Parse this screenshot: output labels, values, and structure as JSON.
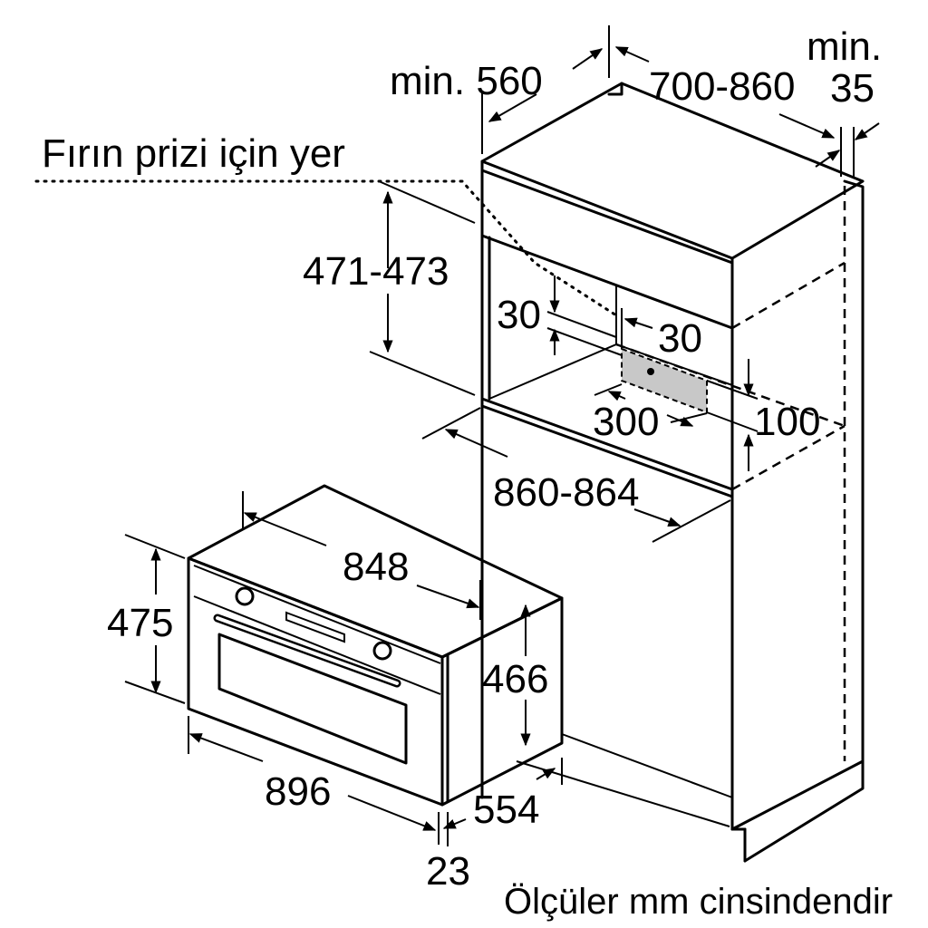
{
  "labels": {
    "min_560": "min. 560",
    "depth_700_860": "700-860",
    "min_word": "min.",
    "gap_35": "35",
    "socket_area": "Fırın prizi için yer",
    "height_471_473": "471-473",
    "offset_30_vertical": "30",
    "offset_30_horizontal": "30",
    "socket_width_300": "300",
    "socket_height_100": "100",
    "width_860_864": "860-864",
    "oven_width_848": "848",
    "oven_height_475": "475",
    "oven_body_height_466": "466",
    "front_width_896": "896",
    "depth_554": "554",
    "front_thickness_23": "23",
    "units_note": "Ölçüler mm cinsindendir"
  }
}
